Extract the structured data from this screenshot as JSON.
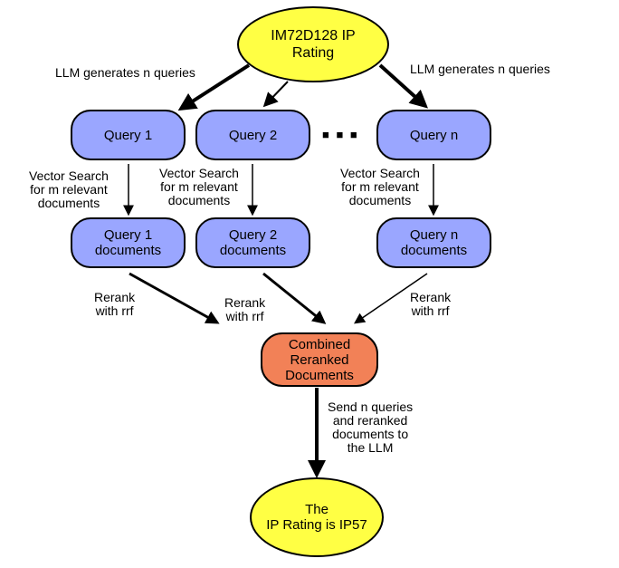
{
  "nodes": {
    "input": "IM72D128 IP\nRating",
    "query1": "Query 1",
    "query2": "Query 2",
    "queryn": "Query n",
    "docs1": "Query 1\ndocuments",
    "docs2": "Query 2\ndocuments",
    "docsn": "Query n\ndocuments",
    "combined": "Combined\nReranked\nDocuments",
    "output": "The\nIP Rating is IP57"
  },
  "labels": {
    "gen_left": "LLM generates n queries",
    "gen_right": "LLM generates n queries",
    "search1": "Vector Search\nfor m relevant\ndocuments",
    "search2": "Vector Search\nfor m relevant\ndocuments",
    "searchn": "Vector Search\nfor m relevant\ndocuments",
    "rerank1": "Rerank\nwith rrf",
    "rerank2": "Rerank\nwith rrf",
    "rerankn": "Rerank\nwith rrf",
    "send": "Send n queries\nand reranked\ndocuments to\nthe LLM"
  },
  "ellipsis": "■ ■ ■",
  "colors": {
    "ellipse_fill": "#ffff44",
    "query_fill": "#9aa6ff",
    "combined_fill": "#f28157",
    "stroke": "#000000"
  }
}
